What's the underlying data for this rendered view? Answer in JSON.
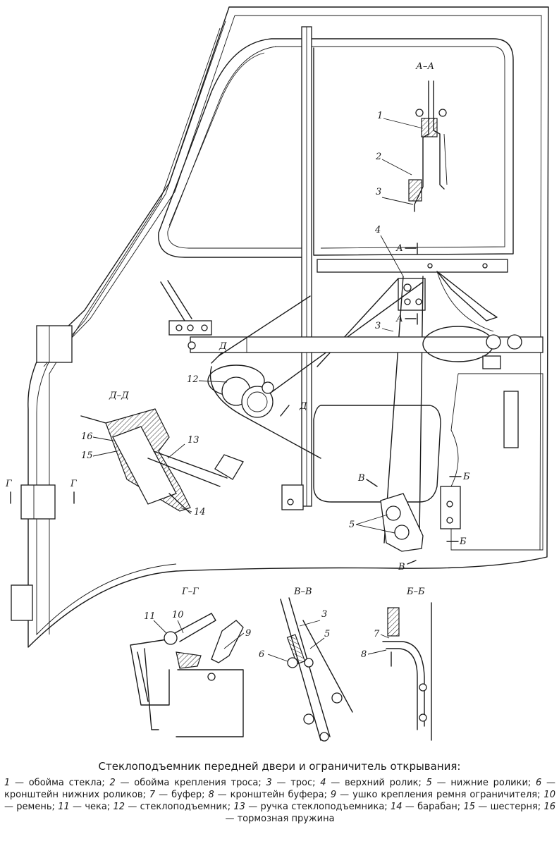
{
  "figure": {
    "title": "Стеклоподъемник передней двери и ограничитель открывания:",
    "legend": [
      {
        "num": "1",
        "text": "обойма стекла;"
      },
      {
        "num": "2",
        "text": "обойма крепления троса;"
      },
      {
        "num": "3",
        "text": "трос;"
      },
      {
        "num": "4",
        "text": "верхний ролик;"
      },
      {
        "num": "5",
        "text": "нижние ролики;"
      },
      {
        "num": "6",
        "text": "кронштейн нижних роликов;"
      },
      {
        "num": "7",
        "text": "буфер;"
      },
      {
        "num": "8",
        "text": "кронштейн буфера;"
      },
      {
        "num": "9",
        "text": "ушко крепления ремня ограничителя;"
      },
      {
        "num": "10",
        "text": "ремень;"
      },
      {
        "num": "11",
        "text": "чека;"
      },
      {
        "num": "12",
        "text": "стеклоподъемник;"
      },
      {
        "num": "13",
        "text": "ручка стеклоподъемника;"
      },
      {
        "num": "14",
        "text": "барабан;"
      },
      {
        "num": "15",
        "text": "шестерня;"
      },
      {
        "num": "16",
        "text": "тормозная пружина"
      }
    ],
    "dash": "—"
  },
  "sections": {
    "aa": "А–А",
    "dd": "Д–Д",
    "gg": "Г–Г",
    "vv": "В–В",
    "bb": "Б–Б"
  },
  "cut_marks": {
    "a": "А",
    "d": "Д",
    "g": "Г",
    "v": "В",
    "b": "Б"
  },
  "callouts": {
    "n1": "1",
    "n2": "2",
    "n3": "3",
    "n4": "4",
    "n5": "5",
    "n6": "6",
    "n7": "7",
    "n8": "8",
    "n9": "9",
    "n10": "10",
    "n11": "11",
    "n12": "12",
    "n13": "13",
    "n14": "14",
    "n15": "15",
    "n16": "16"
  }
}
